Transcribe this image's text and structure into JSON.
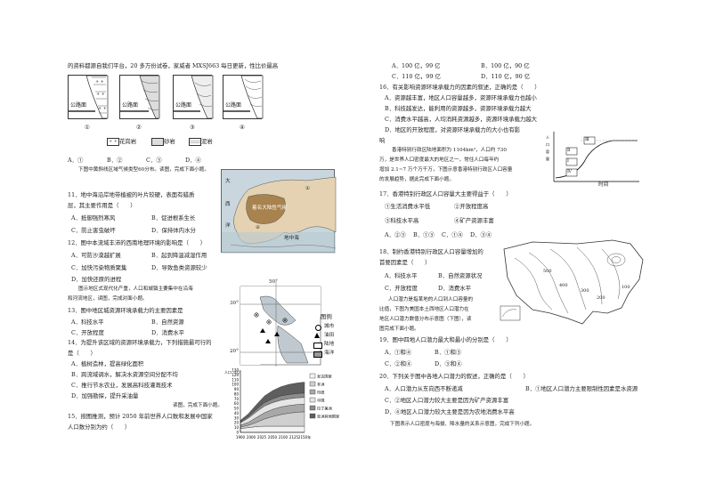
{
  "header_note": "的资料都源自我们平台，20 多万份试卷，家威者 MXSJ663 每日更新，性比价最高",
  "rock_figs": {
    "labels": [
      "①",
      "②",
      "③",
      "④"
    ],
    "road_label": "公路面",
    "legend": [
      "花岗岩",
      "砂岩",
      "泥岩"
    ]
  },
  "q10_options": [
    "A．①",
    "B．②",
    "C．③",
    "D．④"
  ],
  "q11_intro": "下图中黄斜线区域气候类型60分布。读图，完成下面小题。",
  "q11": {
    "stem_lines": [
      "11．地中海沿岸地带植被的叶片较硬，表面有蜡质",
      "层，其主要作用是（　　）"
    ],
    "options": [
      "A．抵御强烈寒风",
      "B．促进根系生长",
      "C．防止害虫破坏",
      "D．保持体内水分"
    ]
  },
  "q12": {
    "stem": "12．图中本流域丰沛的西南地理环境的影响是（　　）",
    "options": [
      "A．可防沙漠越扩展",
      "B．起到降温减湿作用",
      "C．加快污染物质聚集",
      "D．导致鱼类资源较少"
    ]
  },
  "q12_extra": "D．加快还原的进程",
  "q13_intro_lines": [
    "图示地区式现代化产重，人口和城镇主要集中在沿海",
    "和河流地区，读图，完成对面小题。"
  ],
  "q13": {
    "stem": "13．图中地区城资源环境承载力的主要因素是",
    "options": [
      "A．科技水平",
      "B．自然资源",
      "C．开放程度",
      "D．消费水平"
    ]
  },
  "q14": {
    "stem_lines": [
      "14．为提升该区域的资源环境承载力，下列措施最可行的",
      "是（　　）"
    ],
    "options": [
      "A．植树造林，提高绿化面积",
      "B．跨流域调水，解决水资源空间分配不均",
      "C．推行节水农业，发展高科技灌溉技术",
      "D．加强勘探，提升采油量"
    ]
  },
  "q15_intro": "读图，完成下面小题。",
  "q15": {
    "stem_lines": [
      "15．按图推测，预计 2050 年前世界人口数和发展中国家",
      "人口数分别为约（　　）"
    ]
  },
  "map1": {
    "sea_label": "地中海",
    "region_label": "着名大陆性气候",
    "marks": [
      "①",
      "②"
    ],
    "side_text": [
      "大",
      "西",
      "洋"
    ]
  },
  "map2": {
    "lat_top": "50°",
    "lat_left": "30°",
    "lat_bottom": "20°",
    "legend_title": "图例",
    "legend_items": [
      "城市",
      "油田",
      "陆地",
      "海洋"
    ]
  },
  "chart_data": {
    "type": "area",
    "ylabel": "人口（亿）",
    "x": [
      1950,
      1975,
      2000,
      2025,
      2050,
      2075,
      2100,
      2125,
      2150
    ],
    "x_tick_labels": [
      "1900",
      "2000",
      "2025",
      "2050",
      "2100",
      "2125",
      "2150年"
    ],
    "y_ticks": [
      "130",
      "120",
      "110",
      "100",
      "90",
      "80",
      "70",
      "60",
      "50",
      "40",
      "30",
      "20",
      "10",
      "0"
    ],
    "ylim": [
      0,
      130
    ],
    "legend": [
      "发达国家",
      "非洲",
      "印度",
      "中国",
      "拉丁美洲",
      "亚洲其他国家"
    ],
    "series": [
      {
        "name": "发达国家",
        "values": [
          8,
          10,
          12,
          13,
          13,
          13,
          13,
          13,
          13
        ]
      },
      {
        "name": "非洲",
        "values": [
          3,
          5,
          9,
          15,
          20,
          24,
          27,
          29,
          30
        ]
      },
      {
        "name": "印度",
        "values": [
          4,
          6,
          10,
          13,
          15,
          16,
          16,
          16,
          16
        ]
      },
      {
        "name": "中国",
        "values": [
          5,
          9,
          12,
          14,
          14,
          14,
          14,
          14,
          14
        ]
      },
      {
        "name": "拉丁美洲",
        "values": [
          2,
          3,
          5,
          7,
          8,
          9,
          9,
          9,
          9
        ]
      },
      {
        "name": "亚洲其他国家",
        "values": [
          3,
          6,
          10,
          14,
          17,
          19,
          21,
          22,
          23
        ]
      }
    ]
  },
  "right": {
    "q15_options": [
      "A．100 亿，99 亿",
      "B．100 亿，90 亿",
      "C．110 亿，99 亿",
      "D．110 亿，90 亿"
    ],
    "q16": {
      "stem": "16．有关影响资源环境承载力的因素的叙述，正确的是（　　）",
      "options": [
        "A．资源越丰富，地区人口容量越多，资源环境承载力也越小",
        "B．科技越发达，能利用的资源越多，资源环境承载力越大",
        "C．消费水平越高，人均消耗资源越多，资源环境承载力越大",
        "D．地区的开放程度，对资源环境承载力的大小也有影"
      ],
      "tail": "响"
    },
    "hk_intro": [
      "香港特别行政区陆地面积为 1104km²，人口约 730",
      "万，是世界人口密度最大的地区之一，常住人口每年约",
      "增加 2.1~7 万个万千万，下图示意香港特别行政区人口容量",
      "的发展趋势，据此完成下面小题。"
    ],
    "hk_chart": {
      "time_label": "时间",
      "marks": [
        "Ⅲ",
        "Ⅱ",
        "Ⅰ",
        "Ⅳ"
      ]
    },
    "q17": {
      "stem": "17．香港特别行政区人口容量大主要得益于（　　）",
      "choices": [
        "①生活消费水平低",
        "②开放程度高",
        "③科技水平高",
        "④矿产资源丰富"
      ],
      "options": [
        "A．②③",
        "B．①③",
        "C．①④",
        "D．③④"
      ]
    },
    "q18": {
      "stem_lines": [
        "18．制约香港特别行政区人口容量增加的",
        "首要因素是（　　）"
      ],
      "options": [
        "A．科技水平",
        "B．自然资源状况",
        "C．开放程度",
        "D．消费水平"
      ]
    },
    "pop_intro": [
      "人口潜力是指某地的人口到人口容量的",
      "比值，下图为美国本土西地区人口潜力在",
      "地区人口潜力数值分布示意图（下图），读",
      "图完成下面小题。"
    ],
    "us_map_values": [
      "500",
      "400",
      "300",
      "200",
      "100"
    ],
    "q19": {
      "stem": "19．图中四地人口潜力最大和最小的分别是（　　）",
      "options": [
        "A．①和④",
        "B．①和③",
        "C．②和④",
        "D．③和④"
      ]
    },
    "q20": {
      "stem": "20．下列关于图中各地人口潜力的叙述，正确的是（　　）",
      "options": [
        "A．人口潜力从东向西不断递减",
        "B．①地区人口潜力主要限制性因素是水资源",
        "C．②地区人口潜力较大主要是因为矿产资源丰富",
        "D．④地区人口潜力较大主要是因为农地消费水平高"
      ]
    },
    "footer": "下图表示人口密度与海拔、降水量的关系示意图，完成下列小题。"
  }
}
